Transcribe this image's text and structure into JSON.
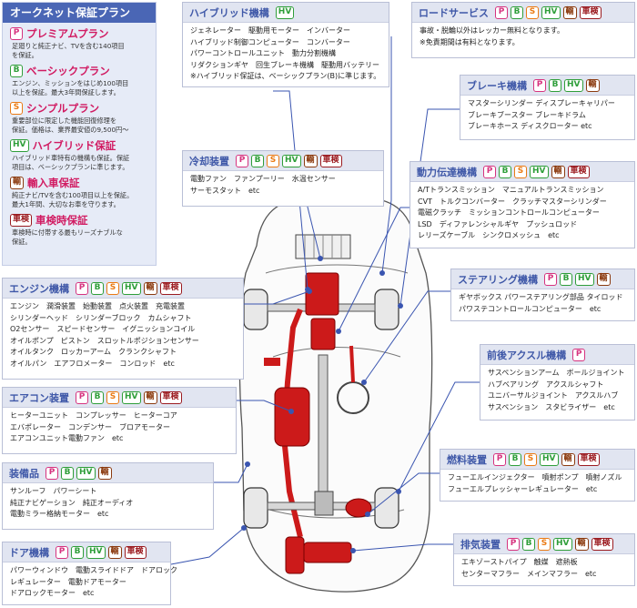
{
  "badges": {
    "P": "P",
    "B": "B",
    "S": "S",
    "HV": "HV",
    "IMP": "輸",
    "SH": "車検"
  },
  "legend": {
    "title": "オークネット保証プラン",
    "plans": [
      {
        "badge": "P",
        "name": "プレミアムプラン",
        "desc": [
          "足廻りと純正ナビ、TVを含む140項目",
          "を保証。"
        ]
      },
      {
        "badge": "B",
        "name": "ベーシックプラン",
        "desc": [
          "エンジン、ミッションをはじめ100項目",
          "以上を保証。最大3年間保証します。"
        ]
      },
      {
        "badge": "S",
        "name": "シンプルプラン",
        "desc": [
          "重要部位に限定した機能回復修理を",
          "保証。価格は、業界最安値の9,500円～"
        ]
      },
      {
        "badge": "HV",
        "name": "ハイブリッド保証",
        "desc": [
          "ハイブリッド車特有の機構も保証。保証",
          "項目は、ベーシックプランに準じます。"
        ]
      },
      {
        "badge": "IMP",
        "name": "輸入車保証",
        "desc": [
          "純正ナビ/TVを含む100項目以上を保証。",
          "最大1年間、大切なお車を守ります。"
        ]
      },
      {
        "badge": "SH",
        "name": "車検時保証",
        "desc": [
          "車検時に付帯する最もリーズナブルな",
          "保証。"
        ]
      }
    ]
  },
  "categories": [
    {
      "id": "hybrid",
      "title": "ハイブリッド機構",
      "badges": [
        "HV"
      ],
      "lines": [
        "ジェネレーター　駆動用モーター　インバーター",
        "ハイブリッド制御コンピューター　コンバーター",
        "パワーコントロールユニット　動力分割機構",
        "リダクションギヤ　回生ブレーキ機構　駆動用バッテリー",
        "※ハイブリッド保証は、ベーシックプラン(B)に準じます。"
      ]
    },
    {
      "id": "road",
      "title": "ロードサービス",
      "badges": [
        "P",
        "B",
        "S",
        "HV",
        "IMP",
        "SH"
      ],
      "lines": [
        "事故・脱輪以外はレッカー無料となります。",
        "※免責期間は有料となります。"
      ]
    },
    {
      "id": "brake",
      "title": "ブレーキ機構",
      "badges": [
        "P",
        "B",
        "HV",
        "IMP"
      ],
      "lines": [
        "マスターシリンダー ディスプレーキャリパー",
        "ブレーキブースター ブレーキドラム",
        "ブレーキホース ディスクローター etc"
      ]
    },
    {
      "id": "cooling",
      "title": "冷却装置",
      "badges": [
        "P",
        "B",
        "S",
        "HV",
        "IMP",
        "SH"
      ],
      "lines": [
        "電動ファン　ファンプーリー　水温センサー",
        "サーモスタット　etc"
      ]
    },
    {
      "id": "drive",
      "title": "動力伝達機構",
      "badges": [
        "P",
        "B",
        "S",
        "HV",
        "IMP",
        "SH"
      ],
      "lines": [
        "A/Tトランスミッション　マニュアルトランスミッション",
        "CVT　トルクコンバーター　クラッチマスターシリンダー",
        "電磁クラッチ　ミッションコントロールコンピューター",
        "LSD　ディファレンシャルギヤ　プッシュロッド",
        "レリーズケーブル　シンクロメッシュ　etc"
      ]
    },
    {
      "id": "engine",
      "title": "エンジン機構",
      "badges": [
        "P",
        "B",
        "S",
        "HV",
        "IMP",
        "SH"
      ],
      "lines": [
        "エンジン　潤滑装置　始動装置　点火装置　充電装置",
        "シリンダーヘッド　シリンダーブロック　カムシャフト",
        "O2センサー　スピードセンサー　イグニッションコイル",
        "オイルポンプ　ピストン　スロットルポジションセンサー",
        "オイルタンク　ロッカーアーム　クランクシャフト",
        "オイルパン　エアフロメーター　コンロッド　etc"
      ]
    },
    {
      "id": "steering",
      "title": "ステアリング機構",
      "badges": [
        "P",
        "B",
        "HV",
        "IMP"
      ],
      "lines": [
        "ギヤボックス パワーステアリング部品 タイロッド",
        "パワステコントロールコンピューター　etc"
      ]
    },
    {
      "id": "axle",
      "title": "前後アクスル機構",
      "badges": [
        "P"
      ],
      "lines": [
        "サスペンションアーム　ボールジョイント",
        "ハブベアリング　アクスルシャフト",
        "ユニバーサルジョイント　アクスルハブ",
        "サスペンション　スタビライザー　etc"
      ]
    },
    {
      "id": "aircon",
      "title": "エアコン装置",
      "badges": [
        "P",
        "B",
        "S",
        "HV",
        "IMP",
        "SH"
      ],
      "lines": [
        "ヒーターユニット　コンプレッサー　ヒーターコア",
        "エバポレーター　コンデンサー　ブロアモーター",
        "エアコンユニット電動ファン　etc"
      ]
    },
    {
      "id": "equip",
      "title": "装備品",
      "badges": [
        "P",
        "B",
        "HV",
        "IMP"
      ],
      "lines": [
        "サンルーフ　パワーシート",
        "純正ナビゲーション　純正オーディオ",
        "電動ミラー格納モーター　etc"
      ]
    },
    {
      "id": "fuel",
      "title": "燃料装置",
      "badges": [
        "P",
        "B",
        "S",
        "HV",
        "IMP",
        "SH"
      ],
      "lines": [
        "フューエルインジェクター　噴射ポンプ　噴射ノズル",
        "フューエルプレッシャーレギュレーター　etc"
      ]
    },
    {
      "id": "door",
      "title": "ドア機構",
      "badges": [
        "P",
        "B",
        "HV",
        "IMP",
        "SH"
      ],
      "lines": [
        "パワーウィンドウ　電動スライドドア　ドアロック",
        "レギュレーター　電動ドアモーター",
        "ドアロックモーター　etc"
      ]
    },
    {
      "id": "exhaust",
      "title": "排気装置",
      "badges": [
        "P",
        "B",
        "S",
        "HV",
        "IMP",
        "SH"
      ],
      "lines": [
        "エキゾーストパイプ　触媒　遮熱板",
        "センターマフラー　メインマフラー　etc"
      ]
    }
  ]
}
